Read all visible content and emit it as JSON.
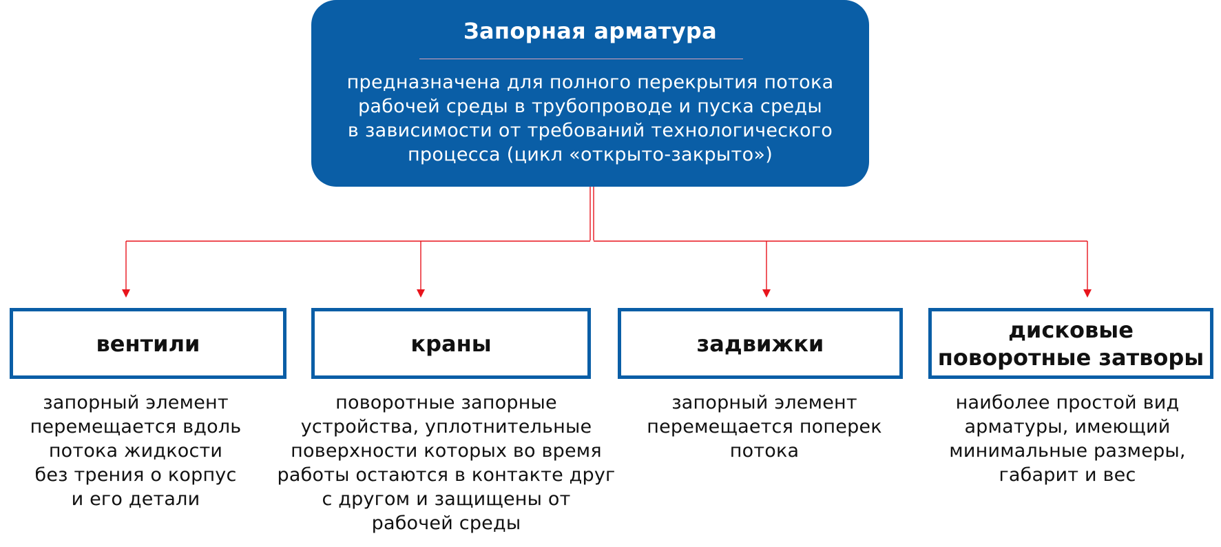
{
  "root": {
    "title": "Запорная арматура",
    "lines": [
      "предназначена для полного перекрытия потока",
      "рабочей среды в трубопроводе и пуска среды",
      "в зависимости от требований технологического",
      "процесса (цикл «открыто-закрыто»)"
    ]
  },
  "categories": [
    {
      "title": [
        "вентили"
      ],
      "desc": [
        "запорный элемент",
        "перемещается вдоль",
        "потока жидкости",
        "без трения о корпус",
        "и его детали"
      ]
    },
    {
      "title": [
        "краны"
      ],
      "desc": [
        "поворотные запорные",
        "устройства, уплотнительные",
        "поверхности которых во время",
        "работы остаются в контакте друг",
        "с другом и защищены от",
        "рабочей среды"
      ]
    },
    {
      "title": [
        "задвижки"
      ],
      "desc": [
        "запорный элемент",
        "перемещается поперек",
        "потока"
      ]
    },
    {
      "title": [
        "дисковые",
        "поворотные затворы"
      ],
      "desc": [
        "наиболее простой вид",
        "арматуры, имеющий",
        "минимальные размеры,",
        "габарит и вес"
      ]
    }
  ],
  "colors": {
    "primary": "#0a5ea6",
    "connector": "#e8141c",
    "divider": "#d9a3b8",
    "text": "#111111"
  }
}
